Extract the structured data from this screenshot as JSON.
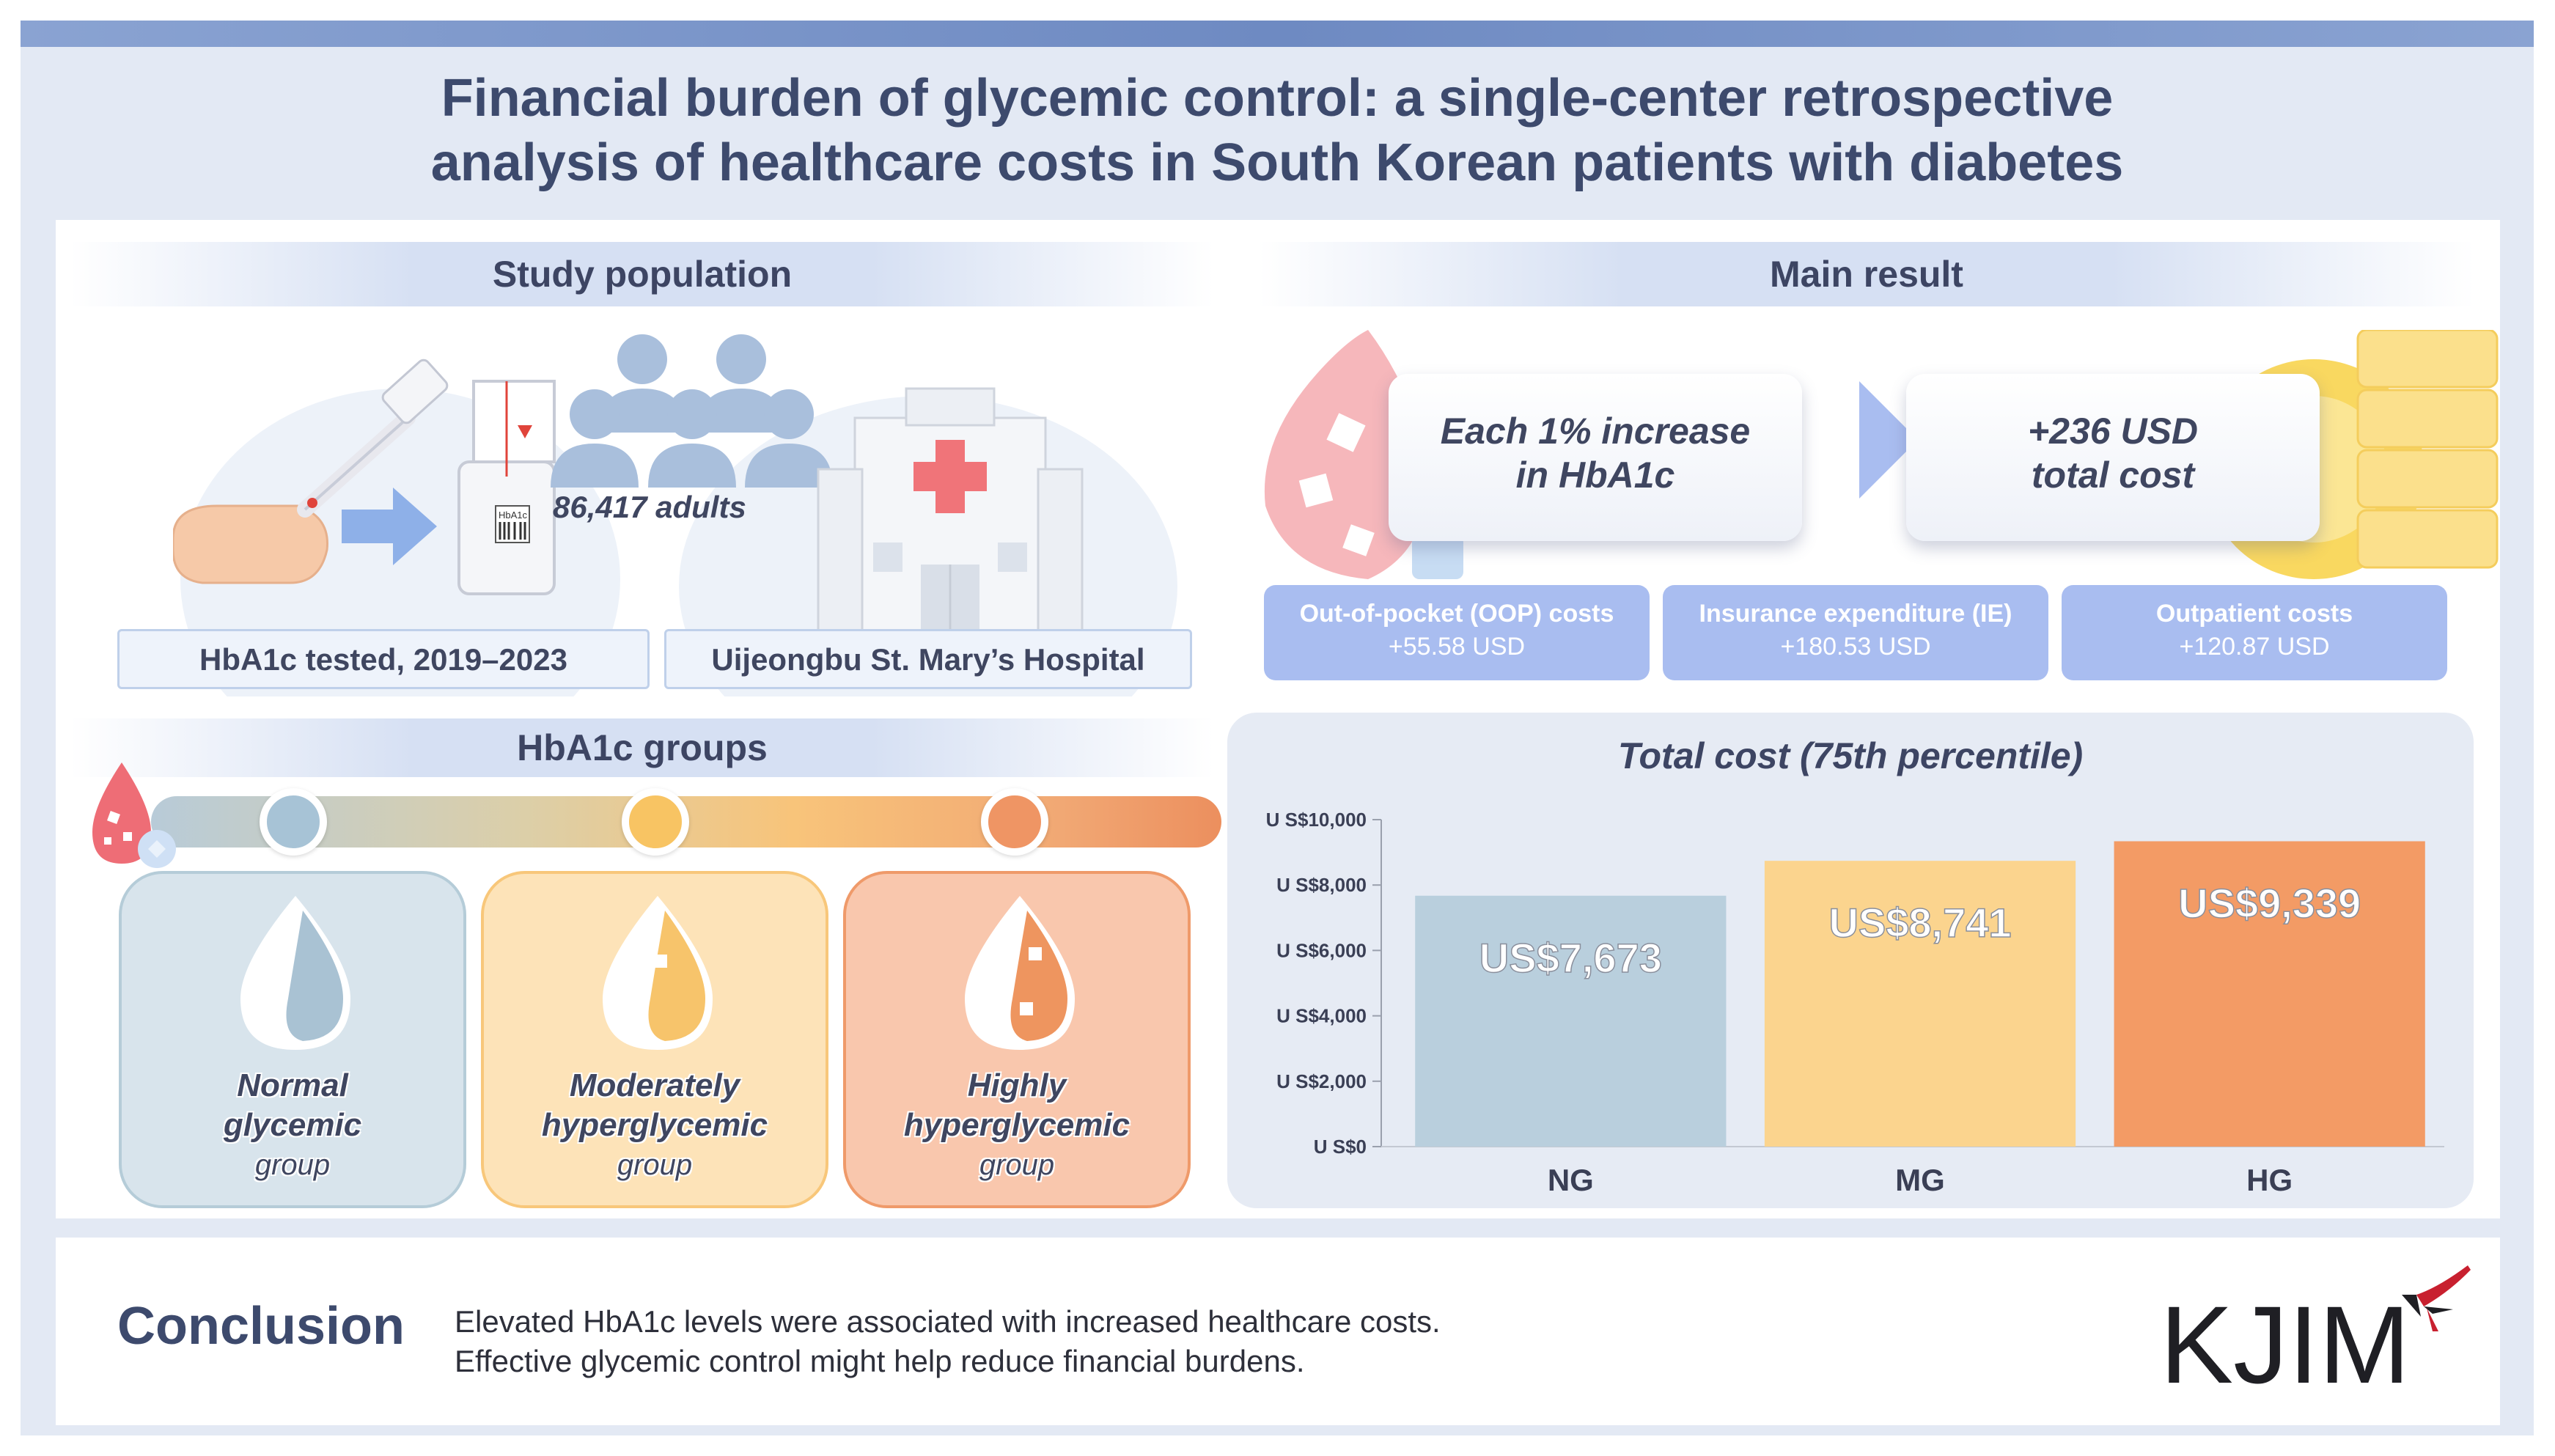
{
  "title": {
    "line1": "Financial burden of glycemic control: a single-center retrospective",
    "line2": "analysis of healthcare costs in South Korean patients with diabetes"
  },
  "study_population": {
    "heading": "Study population",
    "adults": "86,417 adults",
    "tested": "HbA1c tested, 2019–2023",
    "hospital": "Uijeongbu St. Mary’s Hospital",
    "device_label": "HbA1c"
  },
  "hba1c_groups": {
    "heading": "HbA1c groups",
    "groups": [
      {
        "line1": "Normal",
        "line2": "glycemic",
        "line3": "group",
        "color": "#b5ccd8",
        "fill": "#d8e4ec"
      },
      {
        "line1": "Moderately",
        "line2": "hyperglycemic",
        "line3": "group",
        "color": "#f8c77a",
        "fill": "#fde3b8"
      },
      {
        "line1": "Highly",
        "line2": "hyperglycemic",
        "line3": "group",
        "color": "#ef9a6a",
        "fill": "#f9c7ad"
      }
    ]
  },
  "main_result": {
    "heading": "Main result",
    "left_box": {
      "line1": "Each 1% increase",
      "line2": "in HbA1c"
    },
    "right_box": {
      "line1": "+236 USD",
      "line2": "total cost"
    },
    "chips": [
      {
        "title": "Out-of-pocket  (OOP) costs",
        "value": "+55.58 USD"
      },
      {
        "title": "Insurance expenditure (IE)",
        "value": "+180.53 USD"
      },
      {
        "title": "Outpatient costs",
        "value": "+120.87 USD"
      }
    ]
  },
  "chart_data": {
    "type": "bar",
    "title": "Total cost (75th percentile)",
    "categories": [
      "NG",
      "MG",
      "HG"
    ],
    "values": [
      7673,
      8741,
      9339
    ],
    "value_labels": [
      "US$7,673",
      "US$8,741",
      "US$9,339"
    ],
    "colors": [
      "#b9cfdd",
      "#fbd48e",
      "#f39b65"
    ],
    "ylim": [
      0,
      10000
    ],
    "yticks": [
      0,
      2000,
      4000,
      6000,
      8000,
      10000
    ],
    "ytick_labels": [
      "U S$0",
      "U S$2,000",
      "U S$4,000",
      "U S$6,000",
      "U S$8,000",
      "U S$10,000"
    ],
    "grid": false,
    "legend": "none"
  },
  "conclusion": {
    "heading": "Conclusion",
    "line1": "Elevated HbA1c levels were associated with increased healthcare costs.",
    "line2": "Effective glycemic control might help reduce financial burdens."
  },
  "logo": {
    "text": "KJIM",
    "accent": "#c8202f"
  },
  "colors": {
    "accent": "#3d4a6d",
    "chip": "#a9bdf0",
    "background": "#e3e9f4"
  }
}
